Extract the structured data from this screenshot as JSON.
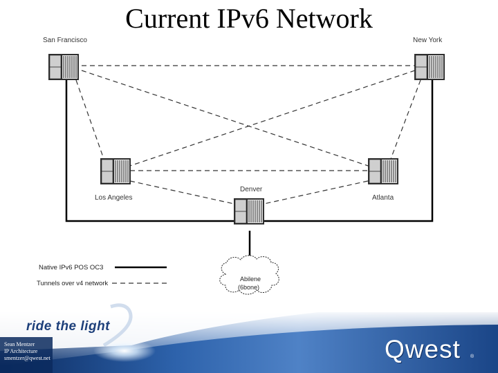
{
  "slide": {
    "title": "Current IPv6 Network"
  },
  "nodes": [
    {
      "id": "sf",
      "label": "San Francisco"
    },
    {
      "id": "ny",
      "label": "New York"
    },
    {
      "id": "la",
      "label": "Los Angeles"
    },
    {
      "id": "atl",
      "label": "Atlanta"
    },
    {
      "id": "den",
      "label": "Denver"
    }
  ],
  "cloud": {
    "line1": "Abilene",
    "line2": "(6bone)"
  },
  "legend": {
    "native_label": "Native IPv6 POS OC3",
    "tunnel_label": "Tunnels over v4 network"
  },
  "footer": {
    "tagline": "ride the light",
    "author_line1": "Sean Mentzer",
    "author_line2": "IP Architecture",
    "author_line3": "smentzer@qwest.net",
    "brand": "Qwest",
    "brand_mark": "®"
  },
  "colors": {
    "footer_dark": "#0d2d63",
    "footer_mid": "#2c5da3",
    "tagline": "#1d3f7a",
    "router_dark": "#3a3a3a",
    "router_light": "#d0d0d0"
  }
}
